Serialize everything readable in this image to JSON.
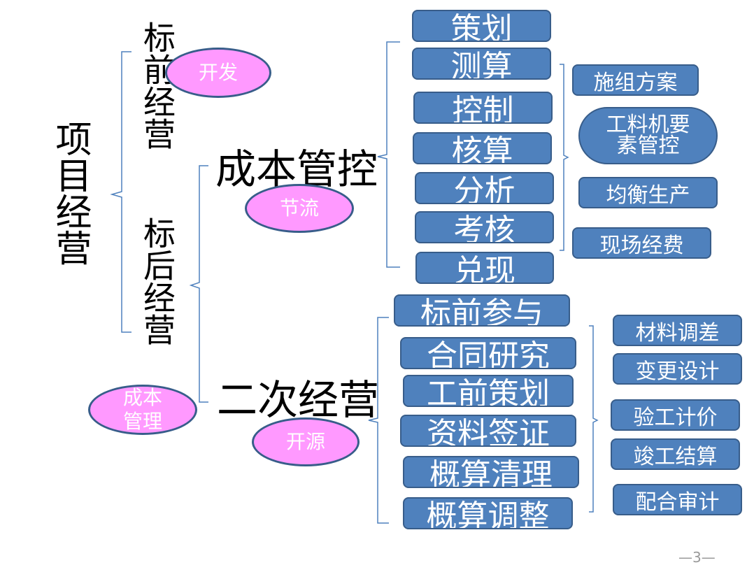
{
  "root": "项目经营",
  "pre_bid": "标前经营",
  "post_bid": "标后经营",
  "cost_control": "成本管控",
  "secondary": "二次经营",
  "ovals": {
    "develop": "开发",
    "save": "节流",
    "cost_mgmt_1": "成本",
    "cost_mgmt_2": "管理",
    "open": "开源"
  },
  "cost_items": [
    "策划",
    "测算",
    "控制",
    "核算",
    "分析",
    "考核",
    "兑现"
  ],
  "cost_sub": [
    "施组方案",
    "工料机要素管控",
    "均衡生产",
    "现场经费"
  ],
  "secondary_items": [
    "标前参与",
    "合同研究",
    "工前策划",
    "资料签证",
    "概算清理",
    "概算调整"
  ],
  "secondary_sub": [
    "材料调差",
    "变更设计",
    "验工计价",
    "竣工结算",
    "配合审计"
  ],
  "page_number": "—3—"
}
